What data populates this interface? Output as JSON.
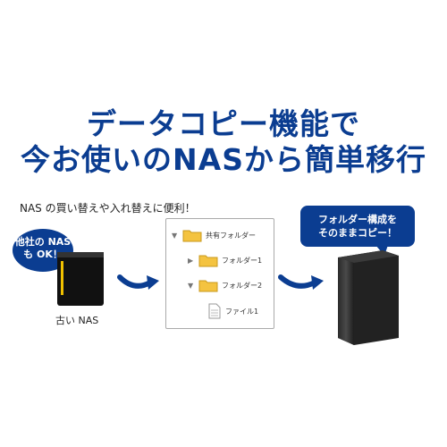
{
  "headline": {
    "line1": "データコピー機能で",
    "line2": "今お使いのNASから簡単移行"
  },
  "subtitle": "NAS の買い替えや入れ替えに便利！",
  "left_bubble": {
    "line1": "他社の NAS",
    "line2": "も OK！"
  },
  "right_bubble": {
    "line1": "フォルダー構成を",
    "line2": "そのままコピー！"
  },
  "old_nas_label": "古い NAS",
  "tree": {
    "root": "共有フォルダー",
    "folder1": "フォルダー1",
    "folder2": "フォルダー2",
    "file1": "ファイル1"
  },
  "colors": {
    "brand_blue": "#0b3d91",
    "folder_yellow": "#f4c340",
    "nas_black": "#1a1a1a"
  }
}
